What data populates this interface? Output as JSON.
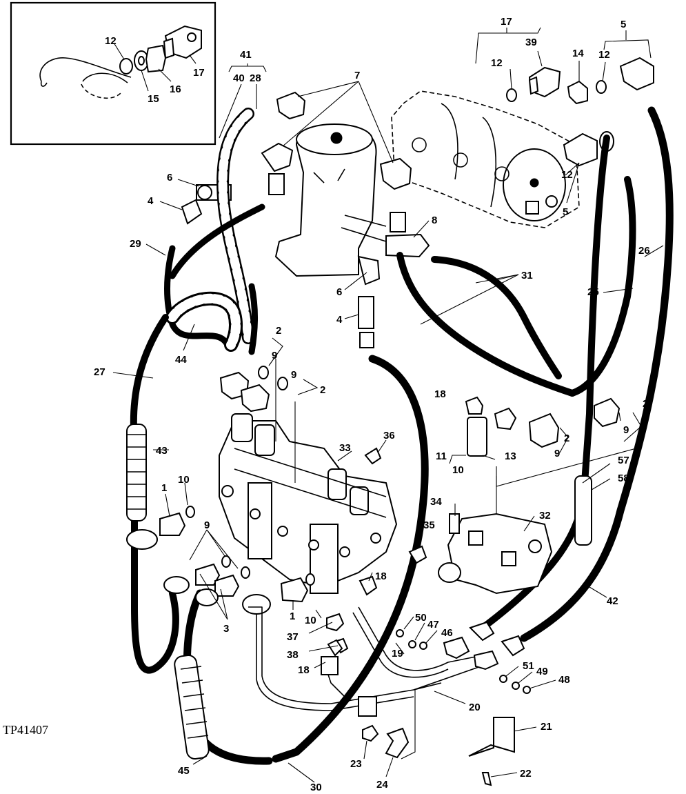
{
  "figure_id": "TP41407",
  "callouts": [
    {
      "id": "c12a",
      "text": "12"
    },
    {
      "id": "c15",
      "text": "15"
    },
    {
      "id": "c16",
      "text": "16"
    },
    {
      "id": "c17a",
      "text": "17"
    },
    {
      "id": "c41",
      "text": "41"
    },
    {
      "id": "c40",
      "text": "40"
    },
    {
      "id": "c28",
      "text": "28"
    },
    {
      "id": "c7",
      "text": "7"
    },
    {
      "id": "c17b",
      "text": "17"
    },
    {
      "id": "c39",
      "text": "39"
    },
    {
      "id": "c12b",
      "text": "12"
    },
    {
      "id": "c14",
      "text": "14"
    },
    {
      "id": "c12c",
      "text": "12"
    },
    {
      "id": "c5a",
      "text": "5"
    },
    {
      "id": "c12d",
      "text": "12"
    },
    {
      "id": "c5b",
      "text": "5"
    },
    {
      "id": "c6a",
      "text": "6"
    },
    {
      "id": "c4a",
      "text": "4"
    },
    {
      "id": "c8",
      "text": "8"
    },
    {
      "id": "c29",
      "text": "29"
    },
    {
      "id": "c26",
      "text": "26"
    },
    {
      "id": "c31",
      "text": "31"
    },
    {
      "id": "c6b",
      "text": "6"
    },
    {
      "id": "c25",
      "text": "25"
    },
    {
      "id": "c4b",
      "text": "4"
    },
    {
      "id": "c44",
      "text": "44"
    },
    {
      "id": "c2a",
      "text": "2"
    },
    {
      "id": "c9a",
      "text": "9"
    },
    {
      "id": "c9b",
      "text": "9"
    },
    {
      "id": "c2b",
      "text": "2"
    },
    {
      "id": "c27",
      "text": "27"
    },
    {
      "id": "c18a",
      "text": "18"
    },
    {
      "id": "c2c",
      "text": "2"
    },
    {
      "id": "c2d",
      "text": "2"
    },
    {
      "id": "c9c",
      "text": "9"
    },
    {
      "id": "c13",
      "text": "13"
    },
    {
      "id": "c11",
      "text": "11"
    },
    {
      "id": "c10a",
      "text": "10"
    },
    {
      "id": "c9d",
      "text": "9"
    },
    {
      "id": "c43",
      "text": "43"
    },
    {
      "id": "c36",
      "text": "36"
    },
    {
      "id": "c33",
      "text": "33"
    },
    {
      "id": "c57",
      "text": "57"
    },
    {
      "id": "c58",
      "text": "58"
    },
    {
      "id": "c1a",
      "text": "1"
    },
    {
      "id": "c10b",
      "text": "10"
    },
    {
      "id": "c34",
      "text": "34"
    },
    {
      "id": "c32",
      "text": "32"
    },
    {
      "id": "c9e",
      "text": "9"
    },
    {
      "id": "c35",
      "text": "35"
    },
    {
      "id": "c18b",
      "text": "18"
    },
    {
      "id": "c3",
      "text": "3"
    },
    {
      "id": "c1b",
      "text": "1"
    },
    {
      "id": "c10c",
      "text": "10"
    },
    {
      "id": "c42",
      "text": "42"
    },
    {
      "id": "c50",
      "text": "50"
    },
    {
      "id": "c47",
      "text": "47"
    },
    {
      "id": "c46",
      "text": "46"
    },
    {
      "id": "c37",
      "text": "37"
    },
    {
      "id": "c38",
      "text": "38"
    },
    {
      "id": "c19",
      "text": "19"
    },
    {
      "id": "c18c",
      "text": "18"
    },
    {
      "id": "c51",
      "text": "51"
    },
    {
      "id": "c49",
      "text": "49"
    },
    {
      "id": "c48",
      "text": "48"
    },
    {
      "id": "c20",
      "text": "20"
    },
    {
      "id": "c21",
      "text": "21"
    },
    {
      "id": "c23",
      "text": "23"
    },
    {
      "id": "c45",
      "text": "45"
    },
    {
      "id": "c30",
      "text": "30"
    },
    {
      "id": "c24",
      "text": "24"
    },
    {
      "id": "c22",
      "text": "22"
    }
  ]
}
